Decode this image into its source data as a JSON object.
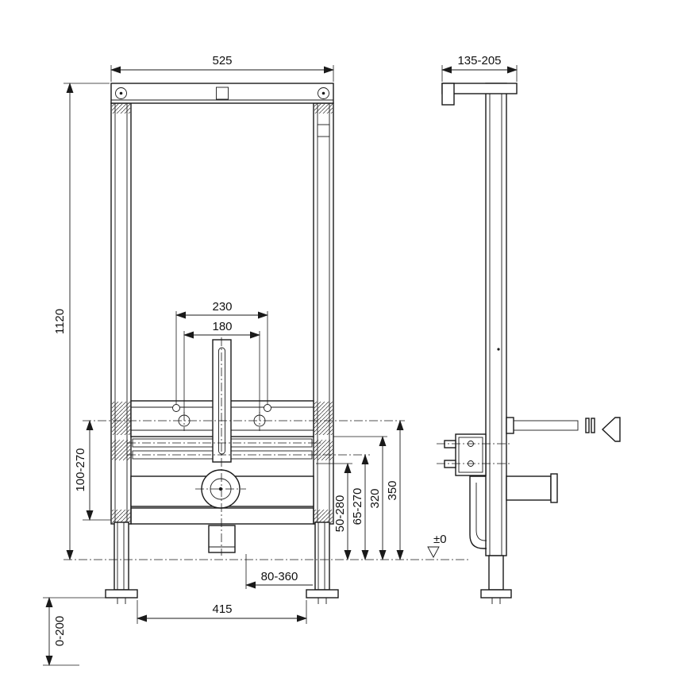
{
  "drawing": {
    "type": "installation-frame-dimension-drawing",
    "dimensions": {
      "front": {
        "width": "525",
        "height": "1120",
        "bolt_spacing_outer": "230",
        "bolt_spacing_inner": "180",
        "left_range": "100-270",
        "leg_adjustment": "0-200",
        "range_50_280": "50-280",
        "range_65_270": "65-270",
        "height_320": "320",
        "height_350": "350",
        "outlet_range": "80-360",
        "foot_spacing": "415"
      },
      "side": {
        "depth": "135-205",
        "floor_level": "±0"
      }
    }
  }
}
